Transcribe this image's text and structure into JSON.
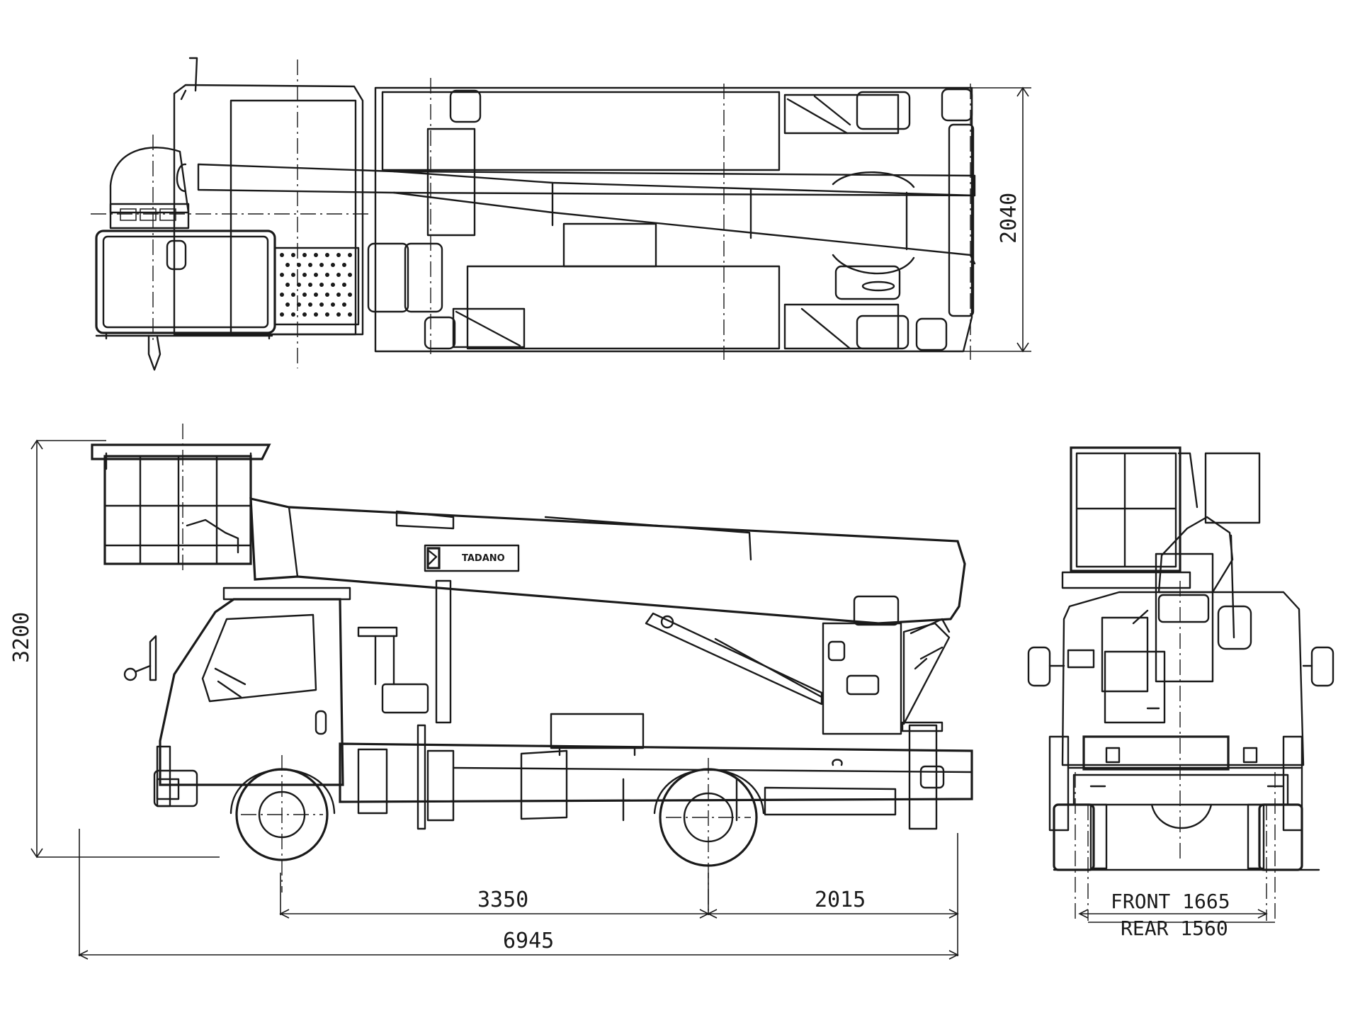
{
  "dimensions": {
    "top_width": "2040",
    "height": "3200",
    "front_overhang": "3350",
    "rear_overhang": "2015",
    "overall_length": "6945",
    "front_track": "FRONT 1665",
    "rear_track": "REAR 1560"
  },
  "brand": {
    "logo_text": "TADANO"
  }
}
